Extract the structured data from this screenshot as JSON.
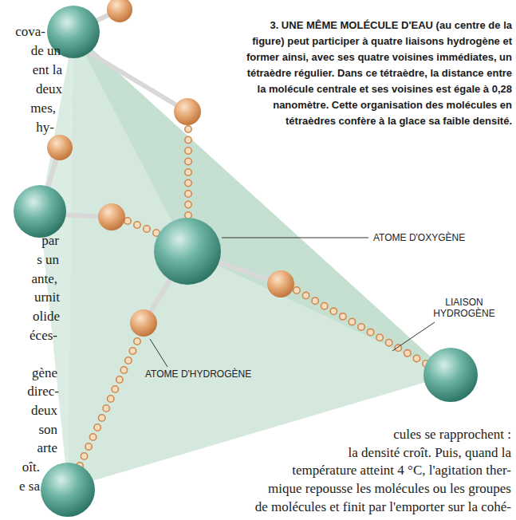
{
  "diagram": {
    "caption": "3. UNE MÊME MOLÉCULE D'EAU (au centre de la figure) peut participer à quatre liaisons hydrogène et former ainsi, avec ses quatre voisines immédiates, un tétraèdre régulier. Dans ce tétraèdre, la distance entre la molécule centrale et ses voisines est égale à 0,28 nanomètre. Cette organisation des molécules en tétraèdres confère à la glace sa faible densité.",
    "labels": [
      "ATOME D'OXYGÈNE",
      "LIAISON HYDROGÈNE",
      "ATOME D'HYDROGÈNE",
      "cova-",
      "de un",
      "ent la",
      "deux",
      "mes,",
      "hy-",
      "par",
      "s un",
      "ante,",
      "urnit",
      "olide",
      "éces-",
      "gène",
      "direc-",
      "deux",
      "son",
      "arte",
      "oît.",
      "e sa",
      "cules se rapprochent :",
      "la densité croît. Puis, quand la",
      "température atteint 4 °C, l'agitation ther-",
      "mique repousse les molécules ou les groupes",
      "de molécules et finit par l'emporter sur la cohé-"
    ]
  }
}
